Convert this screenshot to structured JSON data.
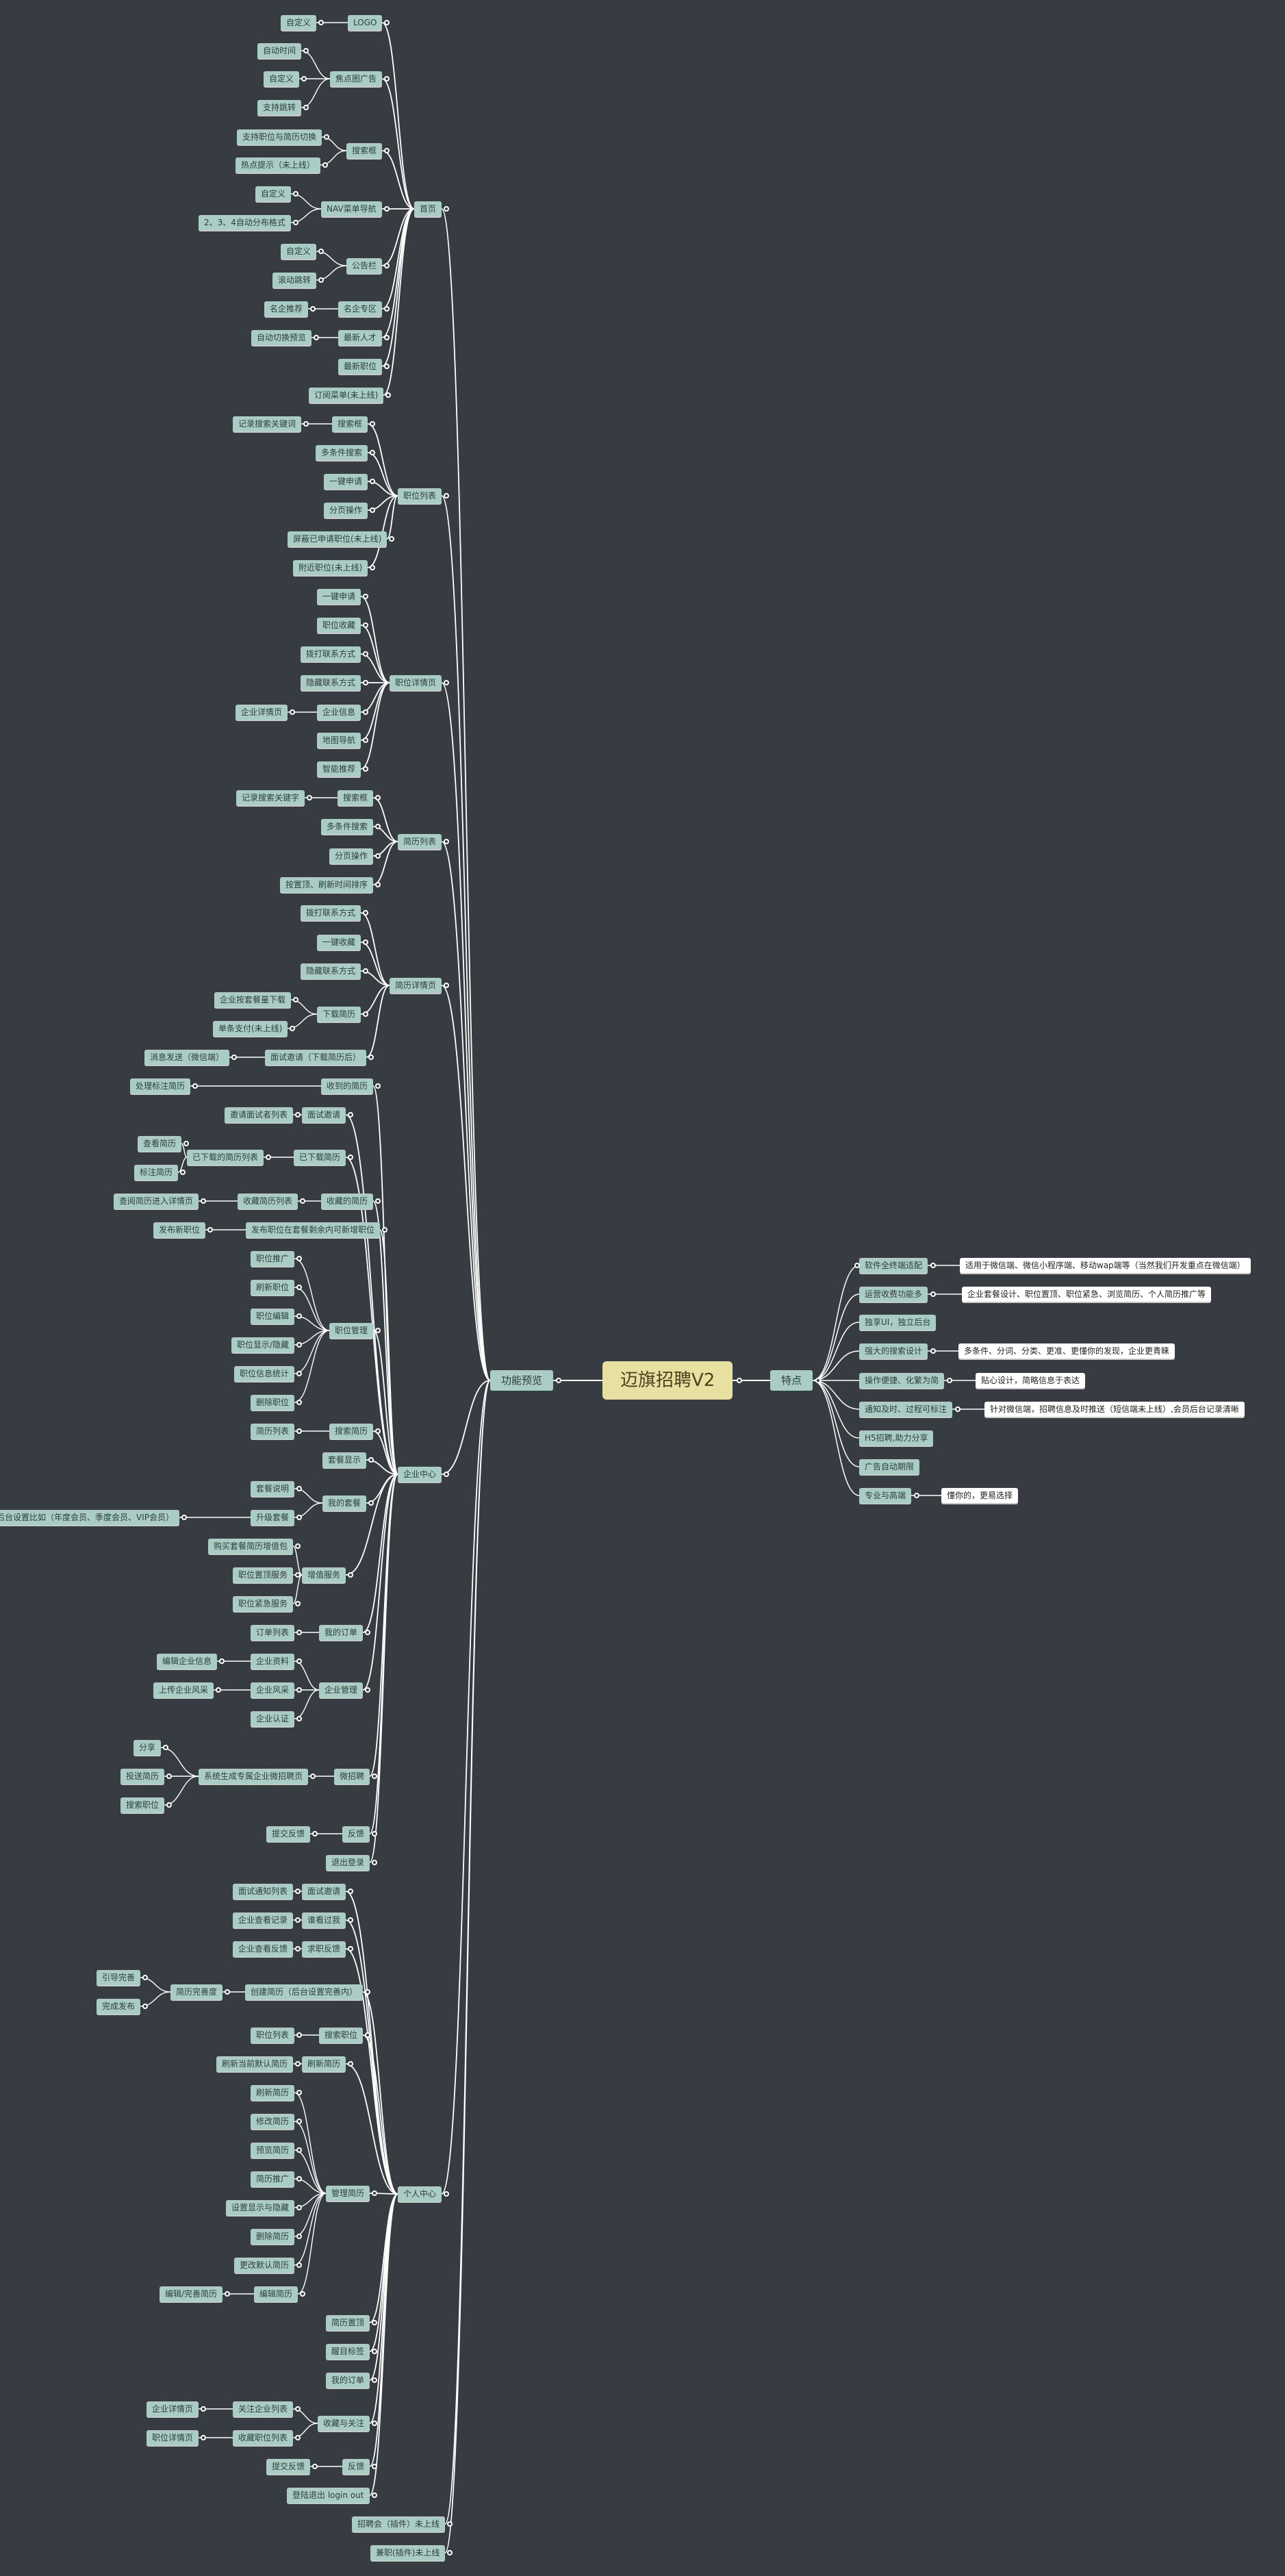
{
  "root": "迈旗招聘V2",
  "features": {
    "label": "特点",
    "items": [
      {
        "label": "软件全终端适配",
        "children": [
          {
            "label": "适用于微信端、微信小程序端、移动wap端等（当然我们开发重点在微信端）"
          }
        ]
      },
      {
        "label": "运营收费功能多",
        "children": [
          {
            "label": "企业套餐设计、职位置顶、职位紧急、浏览简历、个人简历推广等"
          }
        ]
      },
      {
        "label": "独享UI，独立后台"
      },
      {
        "label": "强大的搜索设计",
        "children": [
          {
            "label": "多条件、分词、分类、更准、更懂你的发现，企业更青睐"
          }
        ]
      },
      {
        "label": "操作便捷、化繁为简",
        "children": [
          {
            "label": "贴心设计，简略信息于表达"
          }
        ]
      },
      {
        "label": "通知及时、过程可标注",
        "children": [
          {
            "label": "针对微信端，招聘信息及时推送（短信端未上线）,会员后台记录清晰"
          }
        ]
      },
      {
        "label": "H5招聘,助力分享"
      },
      {
        "label": "广告自动期限"
      },
      {
        "label": "专业与高端",
        "children": [
          {
            "label": "懂你的，更易选择"
          }
        ]
      }
    ]
  },
  "functions": {
    "label": "功能预览",
    "items": [
      {
        "label": "首页",
        "children": [
          {
            "label": "LOGO",
            "children": [
              {
                "label": "自定义"
              }
            ]
          },
          {
            "label": "焦点图广告",
            "children": [
              {
                "label": "自动时间"
              },
              {
                "label": "自定义"
              },
              {
                "label": "支持跳转"
              }
            ]
          },
          {
            "label": "搜索框",
            "children": [
              {
                "label": "支持职位与简历切换"
              },
              {
                "label": "热点提示（未上线）"
              }
            ]
          },
          {
            "label": "NAV菜单导航",
            "children": [
              {
                "label": "自定义"
              },
              {
                "label": "2、3、4自动分布格式"
              }
            ]
          },
          {
            "label": "公告栏",
            "children": [
              {
                "label": "自定义"
              },
              {
                "label": "滚动跳转"
              }
            ]
          },
          {
            "label": "名企专区",
            "children": [
              {
                "label": "名企推荐"
              }
            ]
          },
          {
            "label": "最新人才",
            "children": [
              {
                "label": "自动切换预览"
              }
            ]
          },
          {
            "label": "最新职位"
          },
          {
            "label": "订阅菜单(未上线)"
          }
        ]
      },
      {
        "label": "职位列表",
        "children": [
          {
            "label": "搜索框",
            "children": [
              {
                "label": "记录搜索关键词"
              }
            ]
          },
          {
            "label": "多条件搜索"
          },
          {
            "label": "一键申请"
          },
          {
            "label": "分页操作"
          },
          {
            "label": "屏蔽已申请职位(未上线)"
          },
          {
            "label": "附近职位(未上线)"
          }
        ]
      },
      {
        "label": "职位详情页",
        "children": [
          {
            "label": "一键申请"
          },
          {
            "label": "职位收藏"
          },
          {
            "label": "拨打联系方式"
          },
          {
            "label": "隐藏联系方式"
          },
          {
            "label": "企业信息",
            "children": [
              {
                "label": "企业详情页"
              }
            ]
          },
          {
            "label": "地图导航"
          },
          {
            "label": "智能推荐"
          }
        ]
      },
      {
        "label": "简历列表",
        "children": [
          {
            "label": "搜索框",
            "children": [
              {
                "label": "记录搜索关键字"
              }
            ]
          },
          {
            "label": "多条件搜索"
          },
          {
            "label": "分页操作"
          },
          {
            "label": "按置顶、刷新时间排序"
          }
        ]
      },
      {
        "label": "简历详情页",
        "children": [
          {
            "label": "拨打联系方式"
          },
          {
            "label": "一键收藏"
          },
          {
            "label": "隐藏联系方式"
          },
          {
            "label": "下载简历",
            "children": [
              {
                "label": "企业按套餐量下载"
              },
              {
                "label": "单条支付(未上线)"
              }
            ]
          },
          {
            "label": "面试邀请（下载简历后）",
            "children": [
              {
                "label": "消息发送（微信端）"
              }
            ]
          }
        ]
      },
      {
        "label": "企业中心",
        "children": [
          {
            "label": "收到的简历",
            "children": [
              {
                "label": "处理标注简历"
              }
            ]
          },
          {
            "label": "面试邀请",
            "children": [
              {
                "label": "邀请面试者列表"
              }
            ]
          },
          {
            "label": "已下载简历",
            "children": [
              {
                "label": "已下载的简历列表",
                "children": [
                  {
                    "label": "查看简历"
                  },
                  {
                    "label": "标注简历"
                  }
                ]
              }
            ]
          },
          {
            "label": "收藏的简历",
            "children": [
              {
                "label": "收藏简历列表",
                "children": [
                  {
                    "label": "查阅简历进入详情页"
                  }
                ]
              }
            ]
          },
          {
            "label": "发布职位在套餐剩余内可新增职位",
            "children": [
              {
                "label": "发布新职位"
              }
            ]
          },
          {
            "label": "职位管理",
            "children": [
              {
                "label": "职位推广"
              },
              {
                "label": "刷新职位"
              },
              {
                "label": "职位编辑"
              },
              {
                "label": "职位显示/隐藏"
              },
              {
                "label": "职位信息统计"
              },
              {
                "label": "删除职位"
              }
            ]
          },
          {
            "label": "搜索简历",
            "children": [
              {
                "label": "简历列表"
              }
            ]
          },
          {
            "label": "套餐显示"
          },
          {
            "label": "我的套餐",
            "children": [
              {
                "label": "套餐说明"
              },
              {
                "label": "升级套餐",
                "children": [
                  {
                    "label": "根据后台设置比如（年度会员、季度会员、VIP会员）"
                  }
                ]
              }
            ]
          },
          {
            "label": "增值服务",
            "children": [
              {
                "label": "购买套餐简历增值包"
              },
              {
                "label": "职位置顶服务"
              },
              {
                "label": "职位紧急服务"
              }
            ]
          },
          {
            "label": "我的订单",
            "children": [
              {
                "label": "订单列表"
              }
            ]
          },
          {
            "label": "企业管理",
            "children": [
              {
                "label": "企业资料",
                "children": [
                  {
                    "label": "编辑企业信息"
                  }
                ]
              },
              {
                "label": "企业风采",
                "children": [
                  {
                    "label": "上传企业风采"
                  }
                ]
              },
              {
                "label": "企业认证"
              }
            ]
          },
          {
            "label": "微招聘",
            "children": [
              {
                "label": "系统生成专属企业微招聘页",
                "children": [
                  {
                    "label": "分享"
                  },
                  {
                    "label": "投送简历"
                  },
                  {
                    "label": "搜索职位"
                  }
                ]
              }
            ]
          },
          {
            "label": "反馈",
            "children": [
              {
                "label": "提交反馈"
              }
            ]
          },
          {
            "label": "退出登录"
          }
        ]
      },
      {
        "label": "个人中心",
        "children": [
          {
            "label": "面试邀请",
            "children": [
              {
                "label": "面试通知列表"
              }
            ]
          },
          {
            "label": "谁看过我",
            "children": [
              {
                "label": "企业查看记录"
              }
            ]
          },
          {
            "label": "求职反馈",
            "children": [
              {
                "label": "企业查看反馈"
              }
            ]
          },
          {
            "label": "创建简历（后台设置完善内）",
            "children": [
              {
                "label": "简历完善度",
                "children": [
                  {
                    "label": "引导完善"
                  },
                  {
                    "label": "完成发布"
                  }
                ]
              }
            ]
          },
          {
            "label": "搜索职位",
            "children": [
              {
                "label": "职位列表"
              }
            ]
          },
          {
            "label": "刷新简历",
            "children": [
              {
                "label": "刷新当前默认简历"
              }
            ]
          },
          {
            "label": "管理简历",
            "children": [
              {
                "label": "刷新简历"
              },
              {
                "label": "修改简历"
              },
              {
                "label": "预览简历"
              },
              {
                "label": "简历推广"
              },
              {
                "label": "设置显示与隐藏"
              },
              {
                "label": "删除简历"
              },
              {
                "label": "更改默认简历"
              },
              {
                "label": "编辑简历",
                "children": [
                  {
                    "label": "编辑/完善简历"
                  }
                ]
              }
            ]
          },
          {
            "label": "简历置顶"
          },
          {
            "label": "醒目标签"
          },
          {
            "label": "我的订单"
          },
          {
            "label": "收藏与关注",
            "children": [
              {
                "label": "关注企业列表",
                "children": [
                  {
                    "label": "企业详情页"
                  }
                ]
              },
              {
                "label": "收藏职位列表",
                "children": [
                  {
                    "label": "职位详情页"
                  }
                ]
              }
            ]
          },
          {
            "label": "反馈",
            "children": [
              {
                "label": "提交反馈"
              }
            ]
          },
          {
            "label": "登陆退出 login out"
          }
        ]
      },
      {
        "label": "招聘会（插件）未上线"
      },
      {
        "label": "兼职(插件)未上线"
      }
    ]
  }
}
